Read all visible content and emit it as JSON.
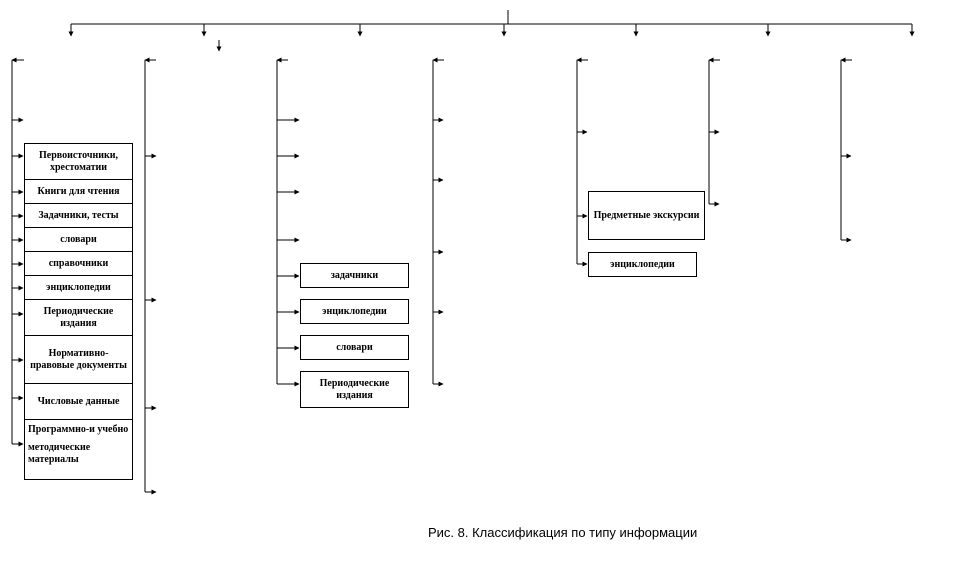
{
  "diagram": {
    "left_column_boxes": [
      "Первоисточники, хрестоматии",
      "Книги для чтения",
      "Задачники, тесты",
      "словари",
      "справочники",
      "энциклопедии",
      "Периодические издания",
      "Нормативно-правовые документы",
      "Числовые данные"
    ],
    "left_last_box_lines": [
      "Программно-и учебно",
      "методические материалы"
    ],
    "middle_column_boxes": [
      "задачники",
      "энциклопедии",
      "словари",
      "Периодические издания"
    ],
    "right_column_boxes": [
      "Предметные экскурсии",
      "энциклопедии"
    ],
    "caption": "Рис. 8. Классификация по типу информации"
  }
}
